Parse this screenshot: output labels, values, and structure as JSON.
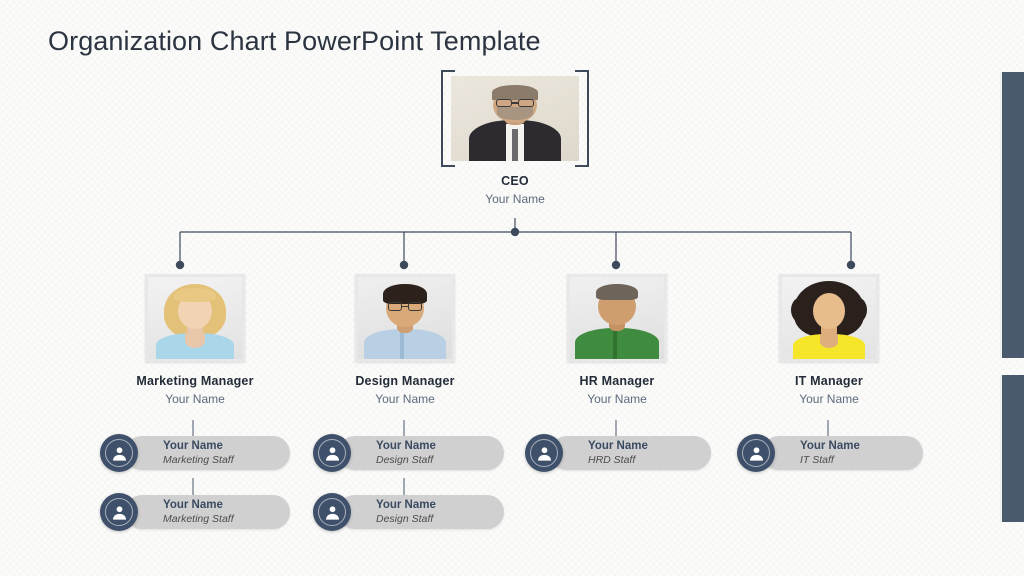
{
  "title": "Organization Chart PowerPoint Template",
  "colors": {
    "accent_navy": "#3f506a",
    "line_navy": "#3d4a5c",
    "title_text": "#2b3440",
    "subtitle_text": "#5c6a7d",
    "pill_gray": "#d0d0d0",
    "background": "#fbfbfa",
    "edge_bar": "#4a5a6e"
  },
  "ceo": {
    "title": "CEO",
    "name": "Your Name",
    "photo_alt": "ceo-portrait"
  },
  "managers": [
    {
      "id": "marketing",
      "title": "Marketing Manager",
      "name": "Your Name",
      "photo_alt": "marketing-manager-portrait",
      "staff": [
        {
          "name": "Your Name",
          "role": "Marketing Staff"
        },
        {
          "name": "Your Name",
          "role": "Marketing Staff"
        }
      ]
    },
    {
      "id": "design",
      "title": "Design Manager",
      "name": "Your Name",
      "photo_alt": "design-manager-portrait",
      "staff": [
        {
          "name": "Your Name",
          "role": "Design Staff"
        },
        {
          "name": "Your Name",
          "role": "Design Staff"
        }
      ]
    },
    {
      "id": "hr",
      "title": "HR Manager",
      "name": "Your Name",
      "photo_alt": "hr-manager-portrait",
      "staff": [
        {
          "name": "Your Name",
          "role": "HRD Staff"
        }
      ]
    },
    {
      "id": "it",
      "title": "IT Manager",
      "name": "Your Name",
      "photo_alt": "it-manager-portrait",
      "staff": [
        {
          "name": "Your Name",
          "role": "IT Staff"
        }
      ]
    }
  ],
  "icons": {
    "staff_avatar": "person-icon"
  }
}
